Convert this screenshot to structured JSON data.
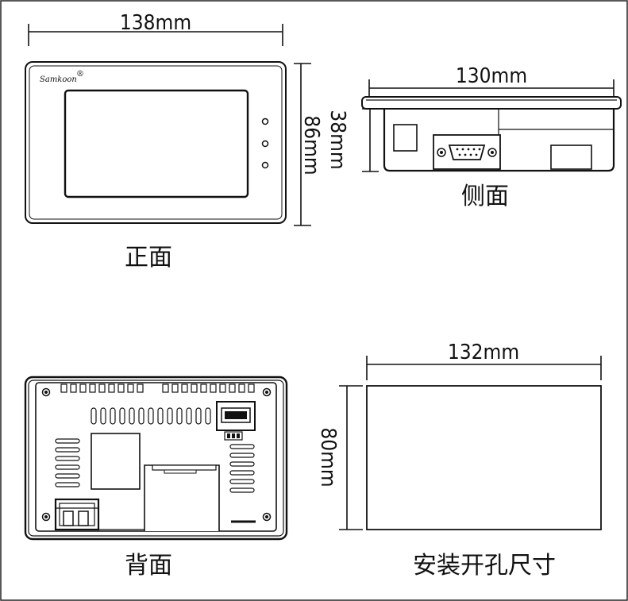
{
  "front": {
    "width_label": "138mm",
    "height_label": "86mm",
    "brand": "Samkoon",
    "brand_mark": "®",
    "caption": "正面"
  },
  "side": {
    "width_label": "130mm",
    "depth_label": "38mm",
    "caption": "侧面"
  },
  "back": {
    "caption": "背面"
  },
  "cutout": {
    "width_label": "132mm",
    "height_label": "80mm",
    "caption": "安装开孔尺寸"
  }
}
